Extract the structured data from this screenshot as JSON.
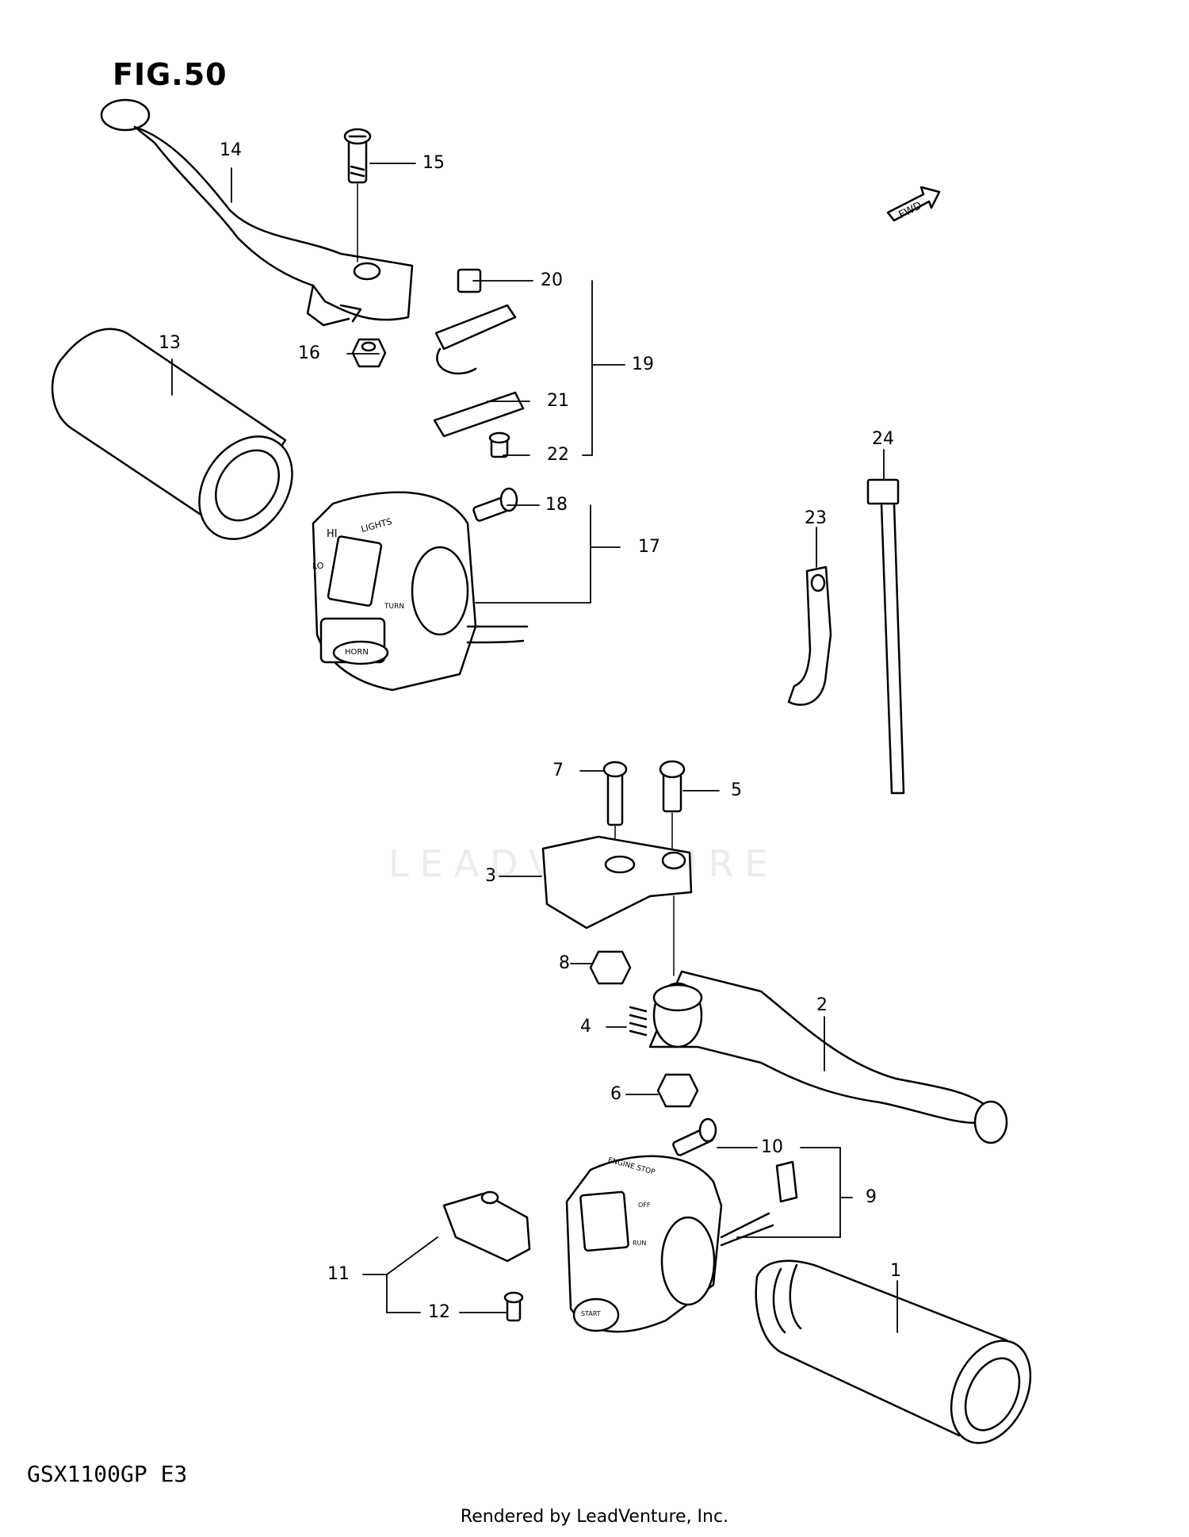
{
  "figure": {
    "title": "FIG.50",
    "model": "GSX1100GP  E3",
    "footer": "Rendered by LeadVenture, Inc.",
    "watermark": "LEADVENTURE",
    "fwd_label": "FWD"
  },
  "switch_labels": {
    "lights": "LIGHTS",
    "hi": "HI",
    "lo": "LO",
    "horn": "HORN",
    "turn": "TURN",
    "engine_stop": "ENGINE STOP",
    "start": "START",
    "off": "OFF",
    "run": "RUN"
  },
  "callouts": [
    {
      "id": "1",
      "label": "1"
    },
    {
      "id": "2",
      "label": "2"
    },
    {
      "id": "3",
      "label": "3"
    },
    {
      "id": "4",
      "label": "4"
    },
    {
      "id": "5",
      "label": "5"
    },
    {
      "id": "6",
      "label": "6"
    },
    {
      "id": "7",
      "label": "7"
    },
    {
      "id": "8",
      "label": "8"
    },
    {
      "id": "9",
      "label": "9"
    },
    {
      "id": "10",
      "label": "10"
    },
    {
      "id": "11",
      "label": "11"
    },
    {
      "id": "12",
      "label": "12"
    },
    {
      "id": "13",
      "label": "13"
    },
    {
      "id": "14",
      "label": "14"
    },
    {
      "id": "15",
      "label": "15"
    },
    {
      "id": "16",
      "label": "16"
    },
    {
      "id": "17",
      "label": "17"
    },
    {
      "id": "18",
      "label": "18"
    },
    {
      "id": "19",
      "label": "19"
    },
    {
      "id": "20",
      "label": "20"
    },
    {
      "id": "21",
      "label": "21"
    },
    {
      "id": "22",
      "label": "22"
    },
    {
      "id": "23",
      "label": "23"
    },
    {
      "id": "24",
      "label": "24"
    }
  ]
}
